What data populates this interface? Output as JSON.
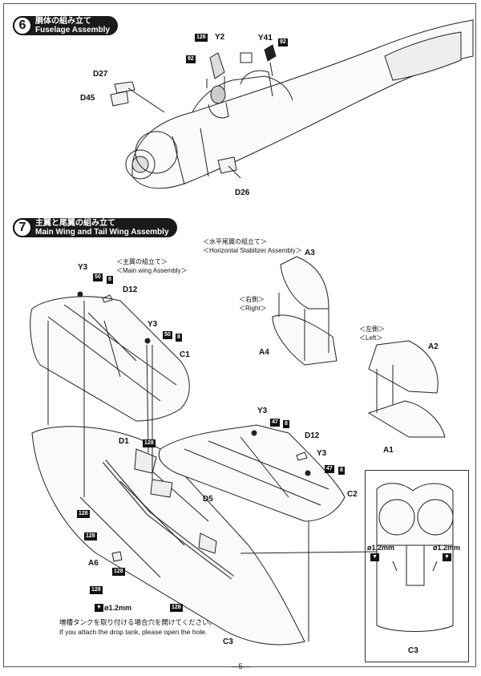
{
  "page_number": "—5—",
  "step6": {
    "number": "6",
    "title_jp": "胴体の組み立て",
    "title_en": "Fuselage Assembly",
    "parts": {
      "y2": "Y2",
      "y41": "Y41",
      "d27": "D27",
      "d45": "D45",
      "d26": "D26",
      "box_126": "126",
      "box_92a": "92",
      "box_92b": "92"
    }
  },
  "step7": {
    "number": "7",
    "title_jp": "主翼と尾翼の組み立て",
    "title_en": "Main Wing and Tail Wing Assembly",
    "main_wing_jp": "＜主翼の組立て＞",
    "main_wing_en": "＜Main wing Assembly＞",
    "hstab_jp": "＜水平尾翼の組立て＞",
    "hstab_en": "＜Horizontal Stabilizer Assembly＞",
    "right_jp": "＜右側＞",
    "right_en": "＜Right＞",
    "left_jp": "＜左側＞",
    "left_en": "＜Left＞",
    "parts": {
      "y3a": "Y3",
      "y3b": "Y3",
      "y3c": "Y3",
      "y3d": "Y3",
      "d12a": "D12",
      "d12b": "D12",
      "c1": "C1",
      "c2": "C2",
      "c3": "C3",
      "c3b": "C3",
      "d1": "D1",
      "d5": "D5",
      "a6": "A6",
      "a1": "A1",
      "a2": "A2",
      "a3": "A3",
      "a4": "A4",
      "box_50a": "50",
      "box_8a": "8",
      "box_50b": "50",
      "box_8b": "8",
      "box_47a": "47",
      "box_8c": "8",
      "box_47b": "47",
      "box_8d": "8",
      "box_128a": "128",
      "box_128b": "128",
      "box_128c": "128",
      "box_128d": "128",
      "box_128e": "128",
      "box_128f": "128"
    },
    "drill_a": "ø1.2mm",
    "drill_b": "ø1.2mm",
    "drill_c": "ø1.2mm",
    "note_jp": "増槽タンクを取り付ける場合穴を開けてください。",
    "note_en": "If you attach the drop tank, please open the hole."
  }
}
